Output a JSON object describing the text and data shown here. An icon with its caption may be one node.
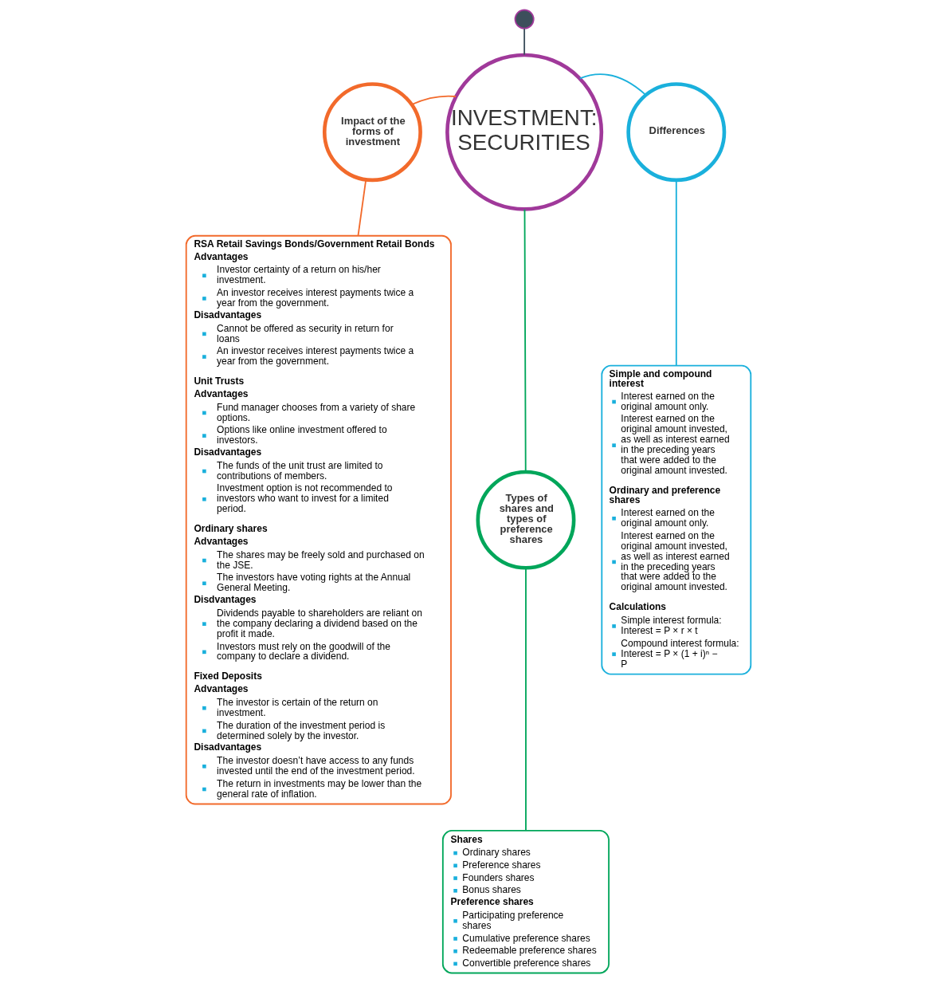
{
  "diagram": {
    "nodes": [
      {
        "text": [],
        "shape": "circle"
      },
      {
        "text": [
          "INVESTMENT: SECURITIES"
        ]
      },
      {
        "text": [
          "Impact of the forms of investment"
        ]
      },
      {
        "text": [
          "Differences"
        ]
      },
      {
        "text": [
          "Types of shares and types of preference shares"
        ]
      },
      {
        "text": [
          "RSA Retail Savings Bonds/Government Retail Bonds",
          "Advantages",
          "Investor certainty of a return on his/her investment.",
          "An investor receives interest payments twice a year from the government.",
          "Disadvantages",
          "Cannot be offered as security in return for loans",
          "An investor receives interest payments twice a year from the government.",
          "Unit Trusts",
          "Advantages",
          "Fund manager chooses from a variety of share options.",
          "Options like online investment offered to investors.",
          "Disadvantages",
          "The funds of the unit trust are limited to contributions of members.",
          "Investment option is not recommended to investors who want to invest for a limited period.",
          "Ordinary shares",
          "Advantages",
          "The shares may be freely sold and purchased on the JSE.",
          "The investors have voting rights at the Annual General Meeting.",
          "Disdvantages",
          "Dividends payable to shareholders are reliant on the company declaring a dividend based on the profit it made.",
          "Investors must rely on the goodwill of the company to declare a dividend.",
          "Fixed Deposits",
          "Advantages",
          "The investor is certain of the return on investment.",
          "The duration of the investment period is determined solely by the investor.",
          "Disadvantages",
          "The investor doesn’t have access to any funds invested until the end of the investment period.",
          "The return in investments may be lower than the general rate of inflation."
        ]
      },
      {
        "text": [
          "Shares",
          "Ordinary shares",
          "Preference shares",
          "Founders shares",
          "Bonus shares",
          "Preference shares",
          "Participating preference shares",
          "Cumulative preference shares",
          "Redeemable preference shares",
          "Convertible preference shares"
        ]
      },
      {
        "text": [
          "Simple and compound interest",
          "Interest earned on the original amount only.",
          "Interest earned on the original amount invested, as well as interest earned in the preceding years that were added to the original amount invested.",
          "Ordinary and preference shares",
          "Interest earned on the original amount only.",
          "Interest earned on the original amount invested, as well as interest earned in the preceding years that were added to the original amount invested.",
          "Calculations",
          "Simple interest formula: Interest = P × r × t",
          "Compound interest formula: Interest = P × (1 + i)ⁿ − P"
        ]
      }
    ],
    "edges": [
      {
        "from": 0,
        "to": 1,
        "arrow": "none",
        "color": "#3d4f5c"
      },
      {
        "from": 1,
        "to": 2,
        "arrow": "none",
        "color": "#f26a2b"
      },
      {
        "from": 1,
        "to": 3,
        "arrow": "none",
        "color": "#1ab0dc"
      },
      {
        "from": 1,
        "to": 4,
        "arrow": "none",
        "color": "#00a65a"
      },
      {
        "from": 2,
        "to": 5,
        "arrow": "none",
        "color": "#f26a2b"
      },
      {
        "from": 3,
        "to": 7,
        "arrow": "none",
        "color": "#1ab0dc"
      },
      {
        "from": 4,
        "to": 6,
        "arrow": "none",
        "color": "#00a65a"
      }
    ]
  }
}
